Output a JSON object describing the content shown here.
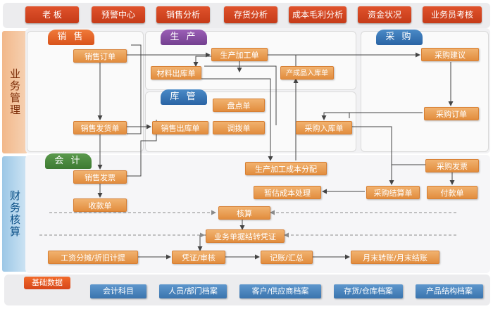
{
  "top_menu": [
    "老 板",
    "预警中心",
    "销售分析",
    "存货分析",
    "成本毛利分析",
    "资金状况",
    "业务员考核"
  ],
  "side_labels": {
    "business": "业务管理",
    "finance": "财务核算"
  },
  "sections": {
    "sales": "销 售",
    "production": "生 产",
    "purchase": "采 购",
    "inventory": "库 管",
    "accounting": "会 计",
    "basic_data": "基础数据"
  },
  "nodes": {
    "sales_order": "销售订单",
    "sales_delivery": "销售发货单",
    "sales_outbound": "销售出库单",
    "production_order": "生产加工单",
    "material_outbound": "材料出库单",
    "product_inbound": "产成品入库单",
    "stock_count": "盘点单",
    "transfer": "调拨单",
    "purchase_suggestion": "采购建议",
    "purchase_order": "采购订单",
    "purchase_inbound": "采购入库单",
    "sales_invoice": "销售发票",
    "receipt": "收款单",
    "prod_cost_alloc": "生产加工成本分配",
    "estimated_cost": "暂估成本处理",
    "purchase_invoice": "采购发票",
    "purchase_settlement": "采购结算单",
    "payment": "付款单",
    "costing": "核算",
    "voucher_transfer": "业务单据结转凭证",
    "wage_depreciation": "工资分摊/折旧计提",
    "voucher_review": "凭证/审核",
    "posting_summary": "记账/汇总",
    "month_end": "月末转账/月末结账"
  },
  "basic_data_items": [
    "会计科目",
    "人员/部门档案",
    "客户/供应商档案",
    "存货/仓库档案",
    "产品结构档案"
  ]
}
